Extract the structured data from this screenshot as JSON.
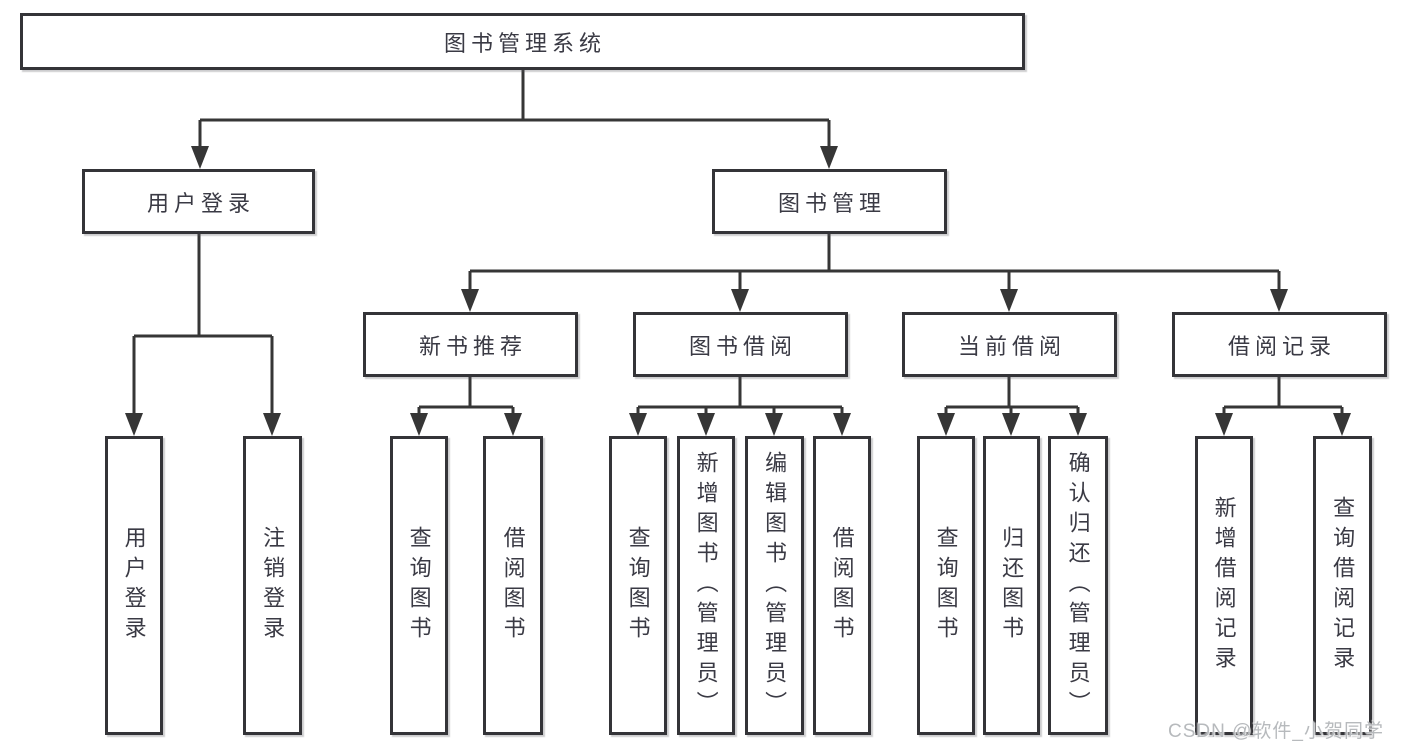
{
  "root_label": "图书管理系统",
  "level2": [
    "用户登录",
    "图书管理"
  ],
  "level3": [
    "新书推荐",
    "图书借阅",
    "当前借阅",
    "借阅记录"
  ],
  "leaves": {
    "login": [
      "用户登录",
      "注销登录"
    ],
    "newbook": [
      "查询图书",
      "借阅图书"
    ],
    "borrow": [
      "查询图书",
      "新增图书（管理员）",
      "编辑图书（管理员）",
      "借阅图书"
    ],
    "current": [
      "查询图书",
      "归还图书",
      "确认归还（管理员）"
    ],
    "records": [
      "新增借阅记录",
      "查询借阅记录"
    ]
  },
  "watermark": "CSDN @软件_小贺同学",
  "colors": {
    "line": "#363636",
    "box_border": "#343438",
    "text": "#3a3a44",
    "watermark": "#b7babd",
    "background": "#ffffff"
  }
}
